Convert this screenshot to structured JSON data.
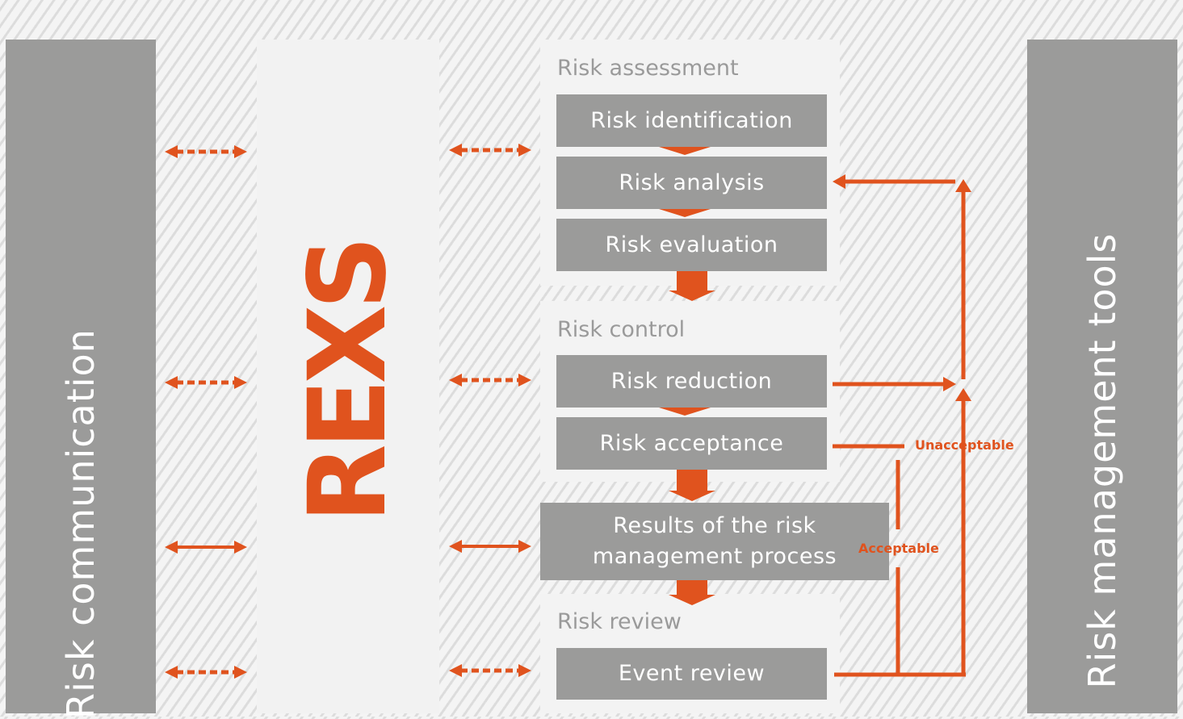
{
  "left_column": {
    "label": "Risk communication"
  },
  "right_column": {
    "label": "Risk management tools"
  },
  "logo": {
    "text": "REXS",
    "color": "#e0531e"
  },
  "colors": {
    "accent": "#e0531e",
    "box_gray": "#9b9b9a",
    "panel_bg": "#f3f3f3"
  },
  "groups": {
    "assessment": {
      "title": "Risk assessment",
      "steps": [
        "Risk identification",
        "Risk analysis",
        "Risk evaluation"
      ]
    },
    "control": {
      "title": "Risk control",
      "steps": [
        "Risk reduction",
        "Risk acceptance"
      ]
    },
    "results": {
      "label": "Results of the risk management process"
    },
    "review": {
      "title": "Risk review",
      "steps": [
        "Event review"
      ]
    }
  },
  "feedback_labels": {
    "unacceptable": "Unacceptable",
    "acceptable": "Acceptable"
  },
  "connectors": {
    "left": [
      "dashed",
      "dashed",
      "solid",
      "dashed"
    ],
    "middle": [
      "dashed",
      "dashed",
      "solid",
      "dashed"
    ]
  }
}
